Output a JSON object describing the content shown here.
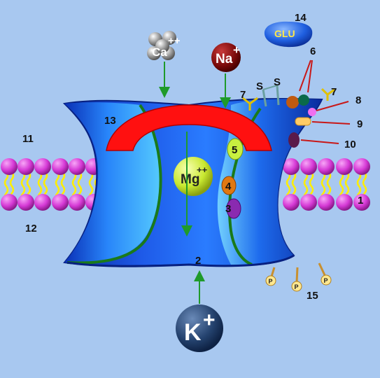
{
  "background_color": "#a8c8f0",
  "colors": {
    "channel": "#1e4fd6",
    "channel_dark": "#0a2aa0",
    "channel_light": "#3fb6ff",
    "red_band": "#ff1010",
    "lipid_head": "#d63ad6",
    "lipid_tail": "#ffee00",
    "arrow": "#1f9a2a",
    "label_line": "#c81818"
  },
  "ions": {
    "ca": {
      "symbol": "Ca",
      "charge": "++"
    },
    "na": {
      "symbol": "Na",
      "charge": "+"
    },
    "mg": {
      "symbol": "Mg",
      "charge": "++"
    },
    "k": {
      "symbol": "K",
      "charge": "+"
    },
    "glu": {
      "label": "GLU"
    }
  },
  "site_labels": {
    "s1": "S",
    "s2": "S",
    "p": "P"
  },
  "numbers": {
    "n1": "1",
    "n2": "2",
    "n3": "3",
    "n4": "4",
    "n5": "5",
    "n6": "6",
    "n7a": "7",
    "n7b": "7",
    "n8": "8",
    "n9": "9",
    "n10": "10",
    "n11": "11",
    "n12": "12",
    "n13": "13",
    "n14": "14",
    "n15": "15"
  },
  "icons": [
    "ion-sphere-icon",
    "phosphate-icon",
    "disulfide-icon",
    "glycosylation-icon",
    "arrow-icon"
  ]
}
